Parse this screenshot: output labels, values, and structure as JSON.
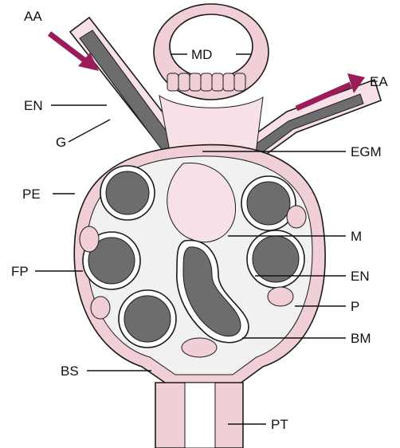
{
  "colors": {
    "arrow": "#9a1d5a",
    "tissue_pink": "#f0cfd6",
    "tissue_light": "#f7e1e6",
    "capillary_grey": "#6d6d6d",
    "capsular_space": "#f1f1f1"
  },
  "labels": {
    "AA": "AA",
    "EN": "EN",
    "G": "G",
    "PE": "PE",
    "FP": "FP",
    "BS": "BS",
    "MD": "MD",
    "EA": "EA",
    "EGM": "EGM",
    "M": "M",
    "EN2": "EN",
    "P": "P",
    "BM": "BM",
    "PT": "PT"
  }
}
